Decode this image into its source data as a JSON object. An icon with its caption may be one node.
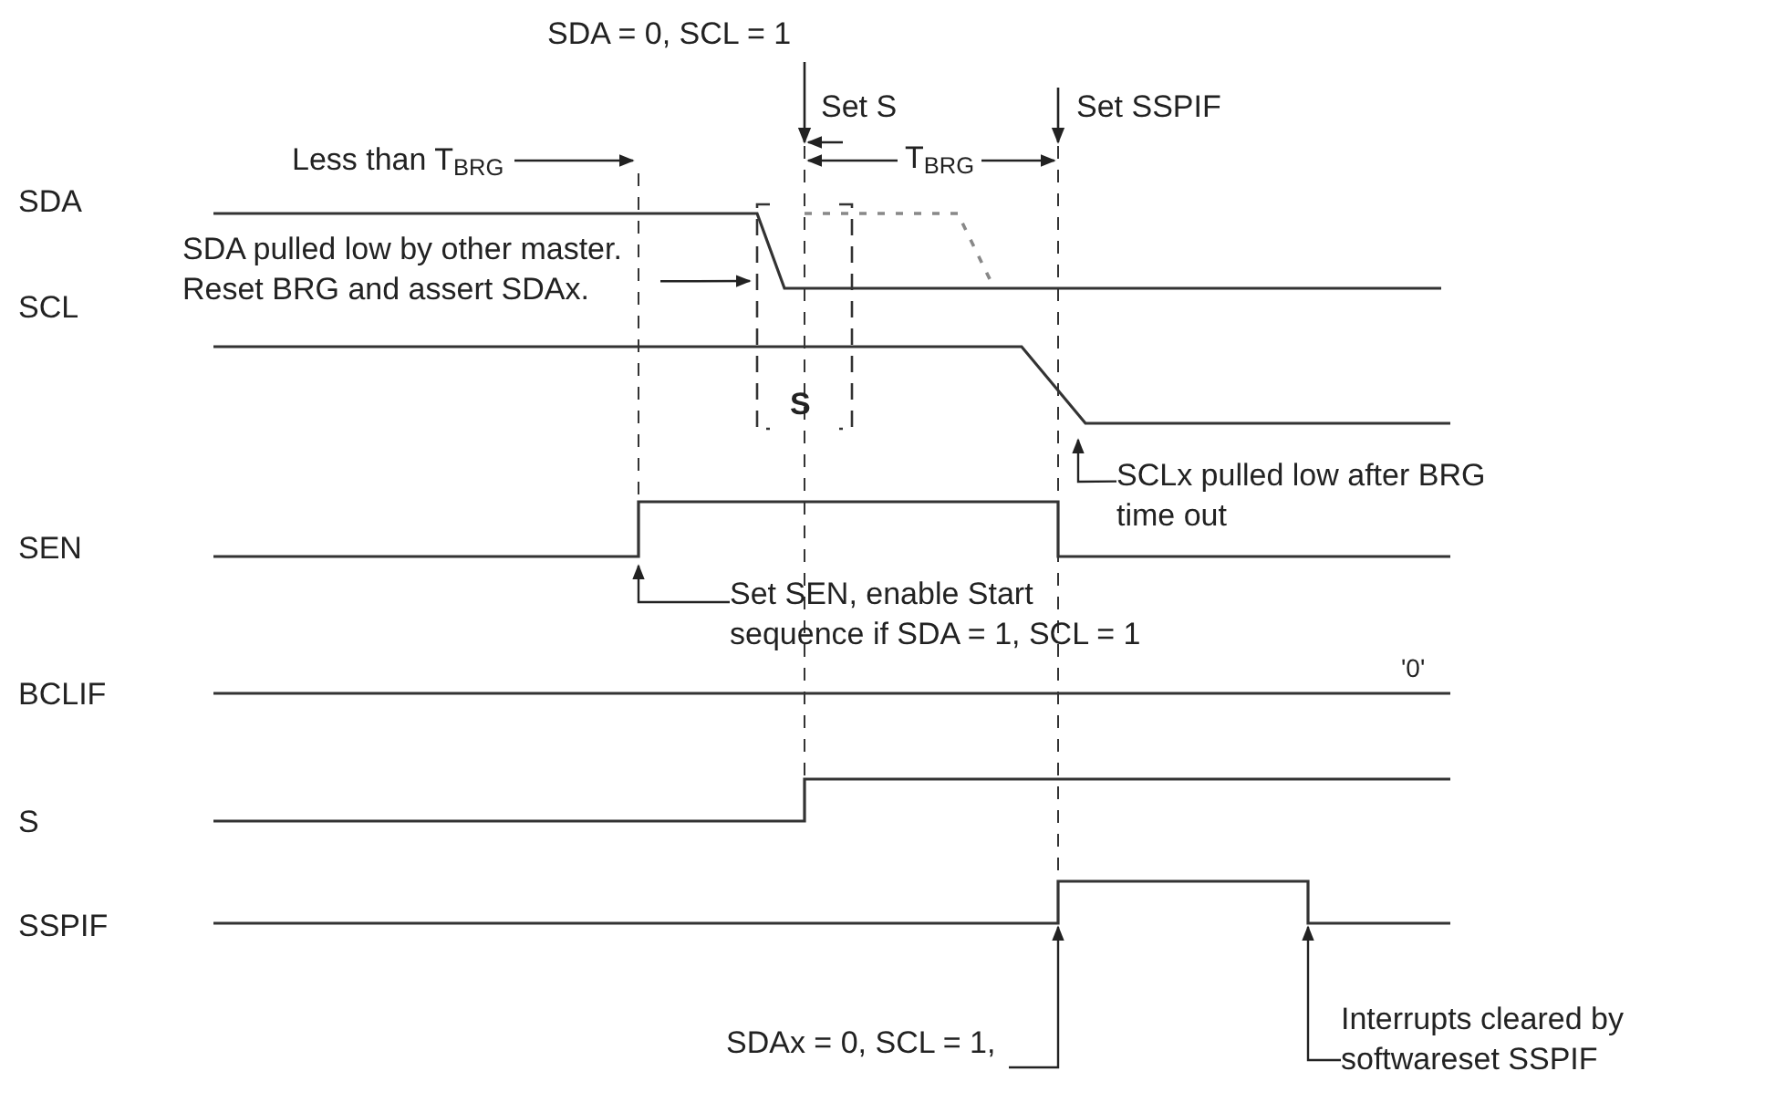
{
  "diagram": {
    "nodes": [
      {
        "text": [
          "Less than T$_{BRG}$"
        ]
      },
      {
        "text": [
          "SDA pulled low by other master. Reset BRG and assert SDAx."
        ]
      },
      {
        "text": [
          "SCLx pulled low after BRG time out"
        ]
      },
      {
        "text": [
          "Set SEN, enable Start sequence if SDA = 1, SCL = 1"
        ]
      },
      {
        "text": [
          "SDAx = 0, SCL = 1,"
        ]
      },
      {
        "text": [
          "Interrupts cleared by softwareset SSPIF"
        ]
      }
    ],
    "edges": [
      {
        "from": 0,
        "to": null,
        "arrow": "to"
      },
      {
        "from": 1,
        "to": null,
        "arrow": "to"
      },
      {
        "from": 2,
        "to": null,
        "arrow": "to"
      },
      {
        "from": 3,
        "to": null,
        "arrow": "to"
      },
      {
        "from": 4,
        "to": null,
        "arrow": "to"
      },
      {
        "from": 5,
        "to": null,
        "arrow": "to"
      }
    ],
    "labels": [
      "SDA = 0, SCL = 1",
      "Set S",
      "Set SSPIF",
      "T$_{BRG}$",
      "SDA",
      "S",
      "SCL",
      "SEN",
      "'0'",
      "BCLIF",
      "S",
      "SSPIF"
    ]
  }
}
